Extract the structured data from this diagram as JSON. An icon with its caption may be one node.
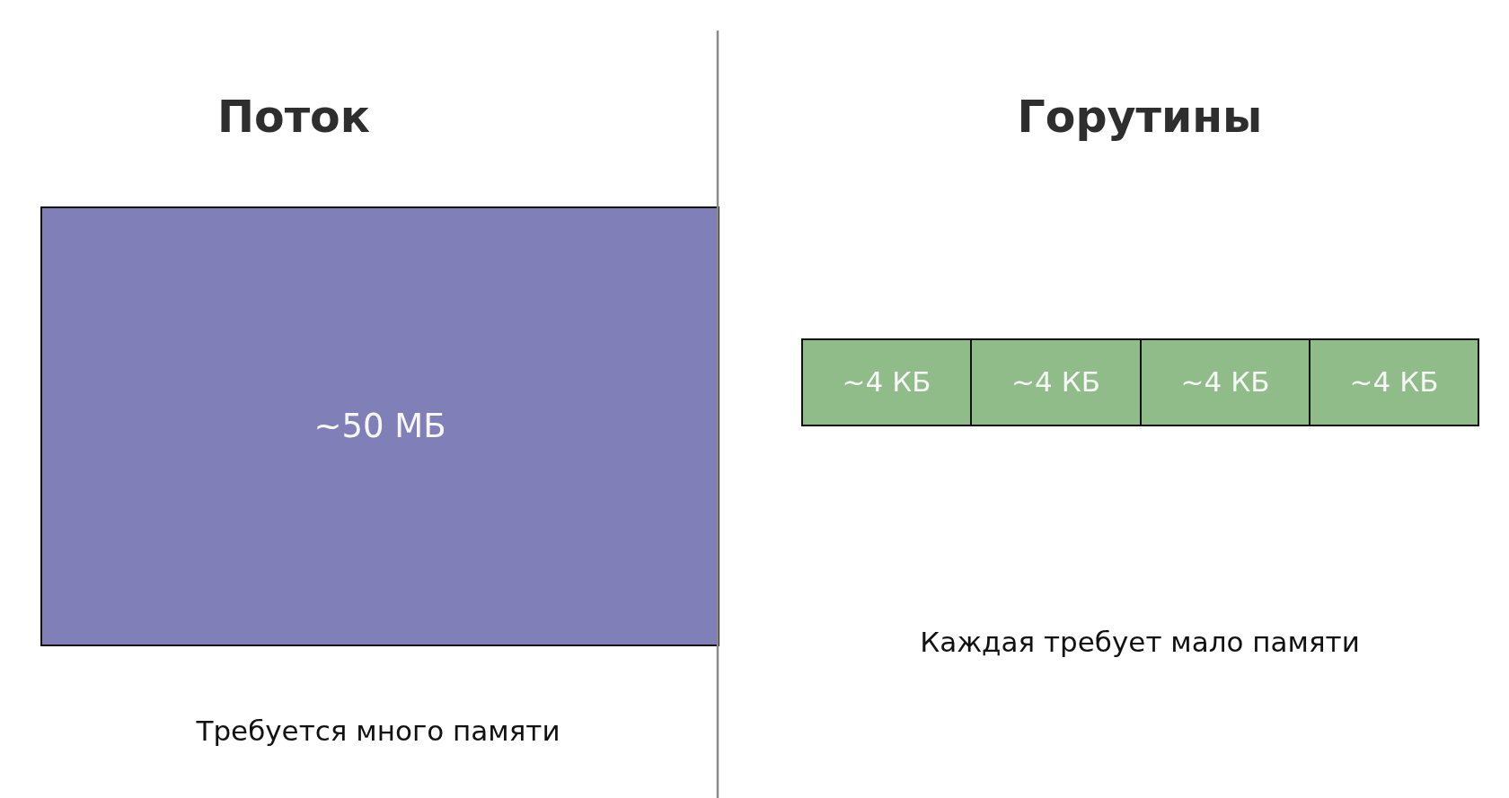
{
  "diagram": {
    "nodes": [
      {
        "text": [
          "~50 МБ"
        ]
      },
      {
        "text": [
          "~4 КБ"
        ]
      },
      {
        "text": [
          "~4 КБ"
        ]
      },
      {
        "text": [
          "~4 КБ"
        ]
      },
      {
        "text": [
          "~4 КБ"
        ]
      }
    ],
    "labels": [
      "Поток",
      "Горутины",
      "Каждая требует мало памяти",
      "Требуется много памяти"
    ]
  }
}
